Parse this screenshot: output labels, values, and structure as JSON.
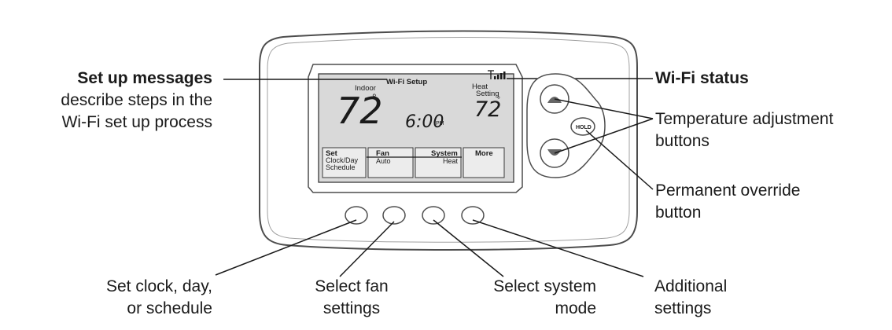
{
  "thermostat": {
    "screen_title": "Wi-Fi Setup",
    "indoor_label": "Indoor",
    "indoor_temp": "72",
    "degree": "°",
    "time": "6:00",
    "time_suffix": "PM",
    "heat_label": "Heat",
    "setting_label": "Setting",
    "set_temp": "72",
    "hold_label": "HOLD",
    "menu": [
      {
        "title": "Set",
        "lines": [
          "Clock/Day",
          "Schedule"
        ]
      },
      {
        "title": "Fan",
        "lines": [
          "Auto"
        ]
      },
      {
        "title": "System",
        "lines": [
          "Heat"
        ]
      },
      {
        "title": "More",
        "lines": []
      }
    ]
  },
  "callouts": {
    "setup_title": "Set up messages",
    "setup_line1": "describe steps in the",
    "setup_line2": "Wi-Fi set up process",
    "wifi_status": "Wi-Fi status",
    "temp_adj_line1": "Temperature adjustment",
    "temp_adj_line2": "buttons",
    "override_line1": "Permanent override",
    "override_line2": "button",
    "clock_line1": "Set clock, day,",
    "clock_line2": "or schedule",
    "fan_line1": "Select fan",
    "fan_line2": "settings",
    "system_line1": "Select system",
    "system_line2": "mode",
    "additional_line1": "Additional",
    "additional_line2": "settings"
  }
}
